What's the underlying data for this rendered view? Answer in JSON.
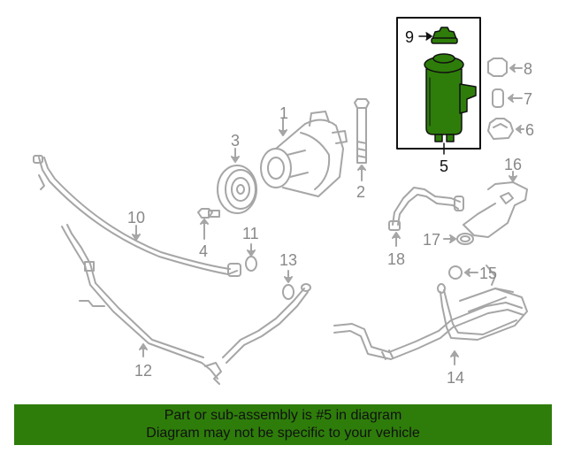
{
  "colors": {
    "line": "#a6a6a6",
    "highlight_fill": "#2e7d0a",
    "highlight_stroke": "#111111",
    "banner_bg": "#2e7d0a",
    "banner_text": "#111111"
  },
  "callouts": {
    "c1": "1",
    "c2": "2",
    "c3": "3",
    "c4": "4",
    "c5": "5",
    "c6": "6",
    "c7": "7",
    "c8": "8",
    "c9": "9",
    "c10": "10",
    "c11": "11",
    "c12": "12",
    "c13": "13",
    "c14": "14",
    "c15": "15",
    "c16": "16",
    "c17": "17",
    "c18": "18"
  },
  "banner": {
    "line1": "Part or sub-assembly is #5 in diagram",
    "line2": "Diagram may not be specific to your vehicle"
  }
}
